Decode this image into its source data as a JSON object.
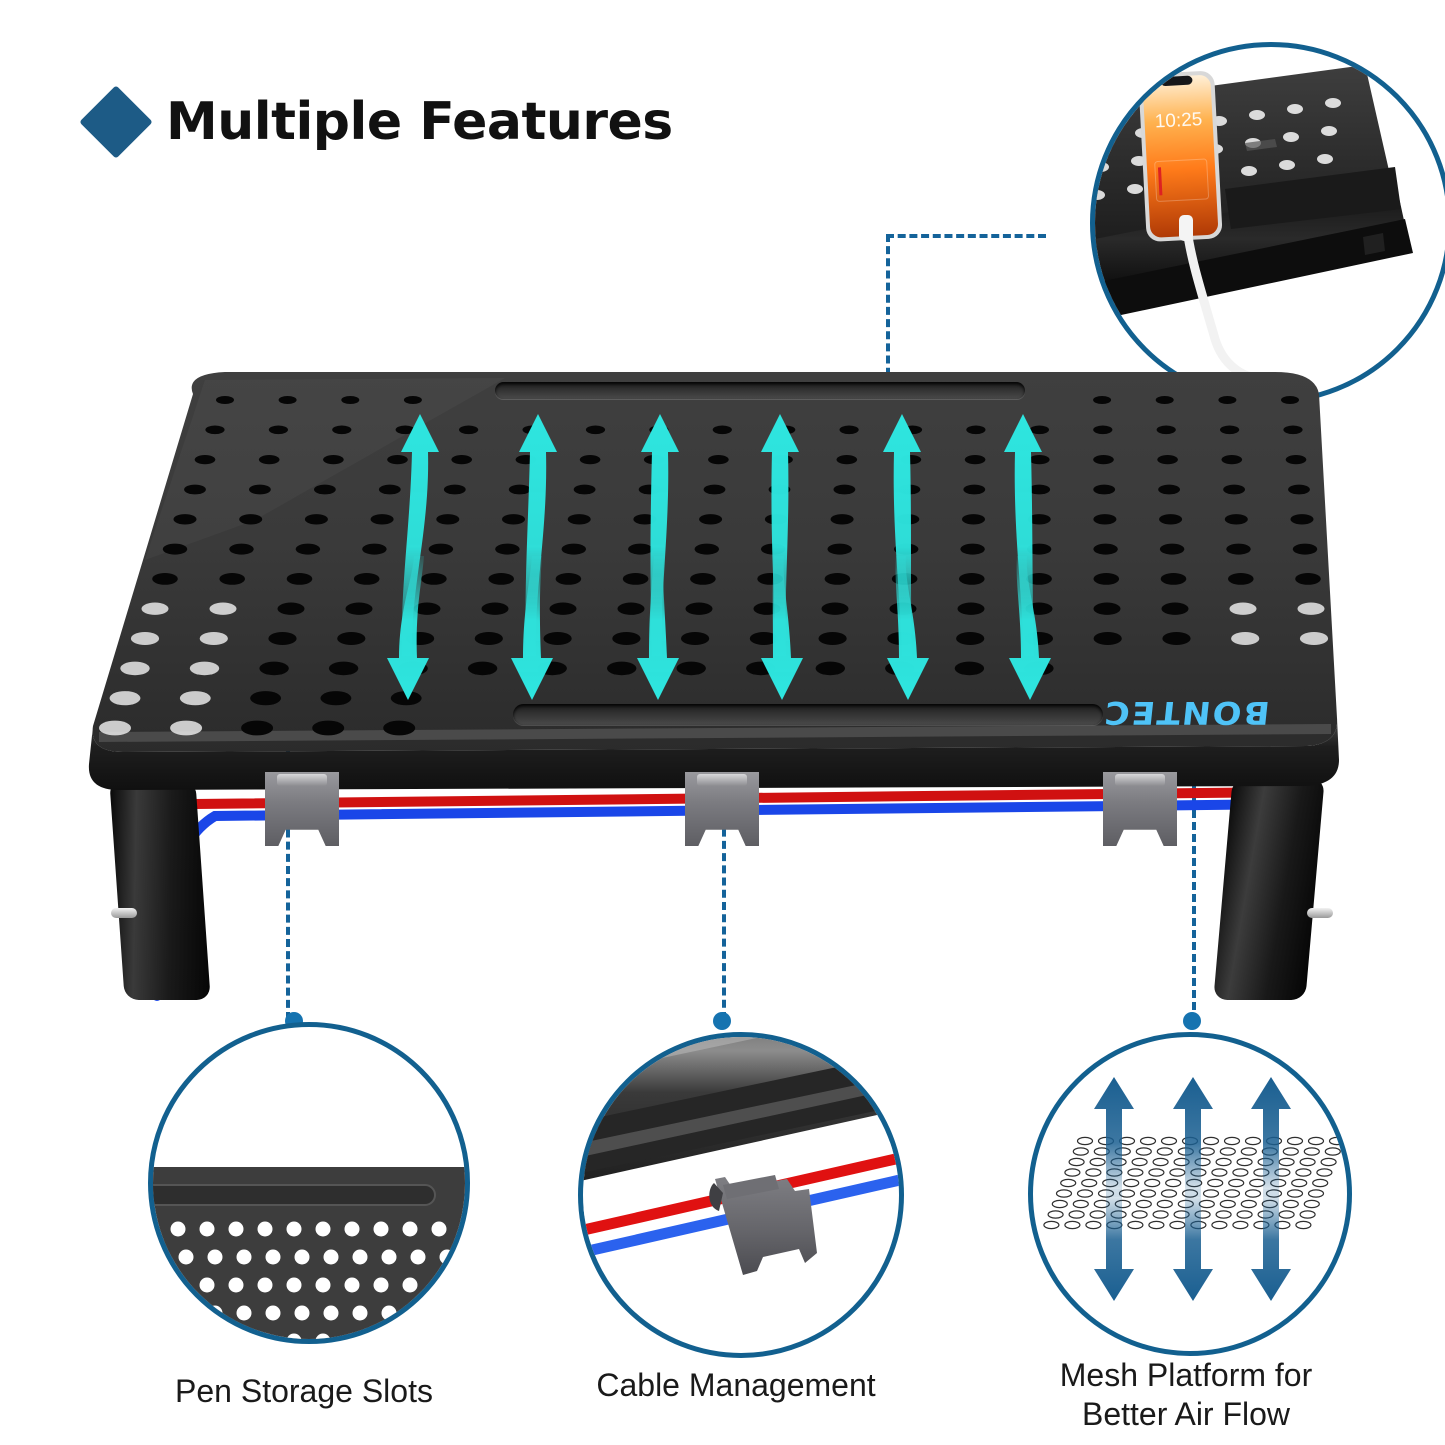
{
  "header": {
    "bullet_icon": "diamond-icon",
    "bullet_color": "#1d5b86",
    "title": "Multiple Features"
  },
  "product": {
    "brand_logo": "BONTEC",
    "brand_logo_color": "#4fc3f7",
    "body_color": "#3a3a3a",
    "airflow_arrow_color": "#2ee6e0",
    "cable_colors": {
      "red": "#e01010",
      "blue": "#1a46e8"
    },
    "leader_line_color": "#14639a"
  },
  "callouts": [
    {
      "id": "phone-holder",
      "position": "top-right",
      "caption": "",
      "detail": {
        "phone_time": "10:25",
        "phone_wallpaper": "sunset-orange",
        "cable": "white charging cable",
        "slot": "phone slot"
      }
    },
    {
      "id": "pen-storage",
      "position": "bottom-left",
      "caption": "Pen Storage Slots",
      "caption_lines": [
        "Pen Storage Slots"
      ]
    },
    {
      "id": "cable-management",
      "position": "bottom-center",
      "caption": "Cable Management",
      "caption_lines": [
        "Cable Management"
      ]
    },
    {
      "id": "mesh-airflow",
      "position": "bottom-right",
      "caption": "Mesh Platform for Better Air Flow",
      "caption_lines": [
        "Mesh Platform for",
        "Better Air Flow"
      ],
      "detail": {
        "up_arrows": 3,
        "down_arrows": 3,
        "arrow_color": "#1a5f91",
        "mesh_rows": 9,
        "mesh_cols": 13
      }
    }
  ],
  "airflow": {
    "columns": 6,
    "up_arrows": 6,
    "down_arrows": 6,
    "color": "#2ee6e0"
  }
}
